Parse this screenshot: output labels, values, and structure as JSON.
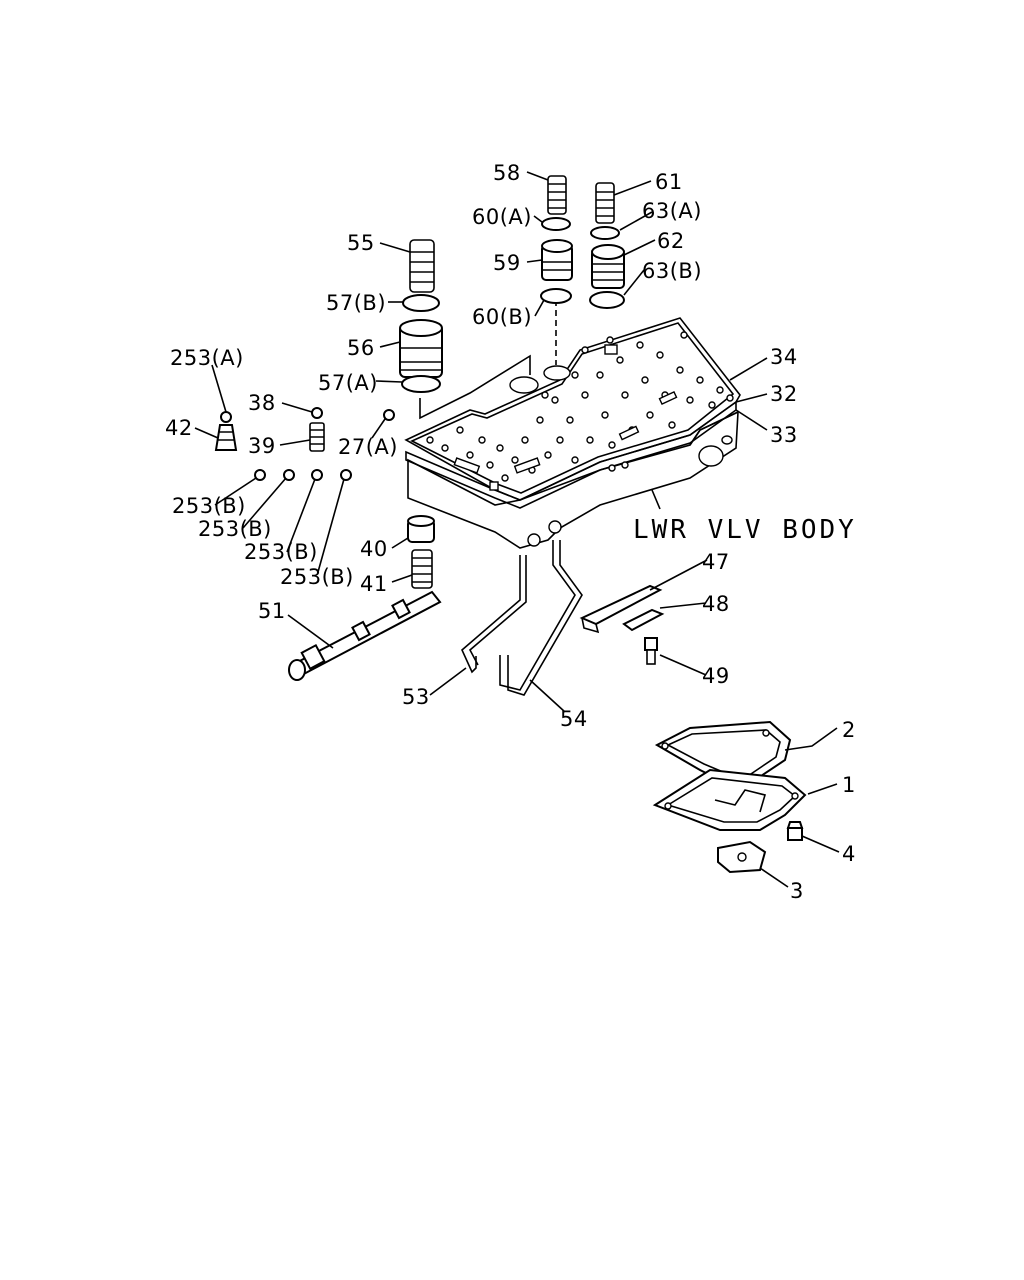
{
  "diagram": {
    "body_label": "LWR VLV BODY",
    "callouts": {
      "c58": "58",
      "c61": "61",
      "c60a": "60(A)",
      "c63a": "63(A)",
      "c59": "59",
      "c62": "62",
      "c63b": "63(B)",
      "c55": "55",
      "c60b": "60(B)",
      "c57b": "57(B)",
      "c56": "56",
      "c253a": "253(A)",
      "c57a": "57(A)",
      "c34": "34",
      "c32": "32",
      "c33": "33",
      "c38": "38",
      "c42": "42",
      "c39": "39",
      "c27a": "27(A)",
      "c253b1": "253(B)",
      "c253b2": "253(B)",
      "c253b3": "253(B)",
      "c253b4": "253(B)",
      "c40": "40",
      "c41": "41",
      "c47": "47",
      "c51": "51",
      "c48": "48",
      "c49": "49",
      "c53": "53",
      "c54": "54",
      "c2": "2",
      "c1": "1",
      "c4": "4",
      "c3": "3"
    }
  }
}
